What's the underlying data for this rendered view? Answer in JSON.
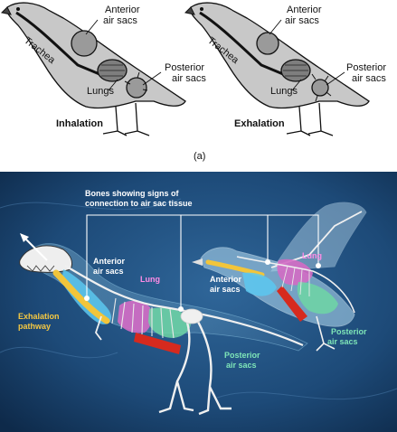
{
  "panel_a": {
    "inhalation": {
      "caption": "Inhalation",
      "trachea": "Trachea",
      "anterior": [
        "Anterior",
        "air sacs"
      ],
      "posterior": [
        "Posterior",
        "air sacs"
      ],
      "lungs": "Lungs"
    },
    "exhalation": {
      "caption": "Exhalation",
      "trachea": "Trachea",
      "anterior": [
        "Anterior",
        "air sacs"
      ],
      "posterior": [
        "Posterior",
        "air sacs"
      ],
      "lungs": "Lungs"
    },
    "panel_label": "(a)"
  },
  "panel_b": {
    "bones_note": [
      "Bones showing signs of",
      "connection to air sac tissue"
    ],
    "dino": {
      "anterior": [
        "Anterior",
        "air sacs"
      ],
      "lung": "Lung",
      "exhalation": [
        "Exhalation",
        "pathway"
      ],
      "posterior": [
        "Posterior",
        "air sacs"
      ]
    },
    "bird": {
      "anterior": [
        "Anterior",
        "air sacs"
      ],
      "lung": "Lung",
      "posterior": [
        "Posterior",
        "air sacs"
      ]
    }
  },
  "colors": {
    "bird_gray": "#c8c8c8",
    "outline": "#111111",
    "sac_gray": "#9a9a9a",
    "background_blue": "#1d4a78",
    "anterior_blue": "#5cc8f0",
    "lung_pink": "#d46cc4",
    "posterior_green": "#6fd6a4",
    "exhalation_yellow": "#f2c53a",
    "pathway_red": "#d62a1e",
    "label_yellow": "#f5c842",
    "label_green": "#7fe6b8",
    "label_pink": "#ff8ce6"
  }
}
